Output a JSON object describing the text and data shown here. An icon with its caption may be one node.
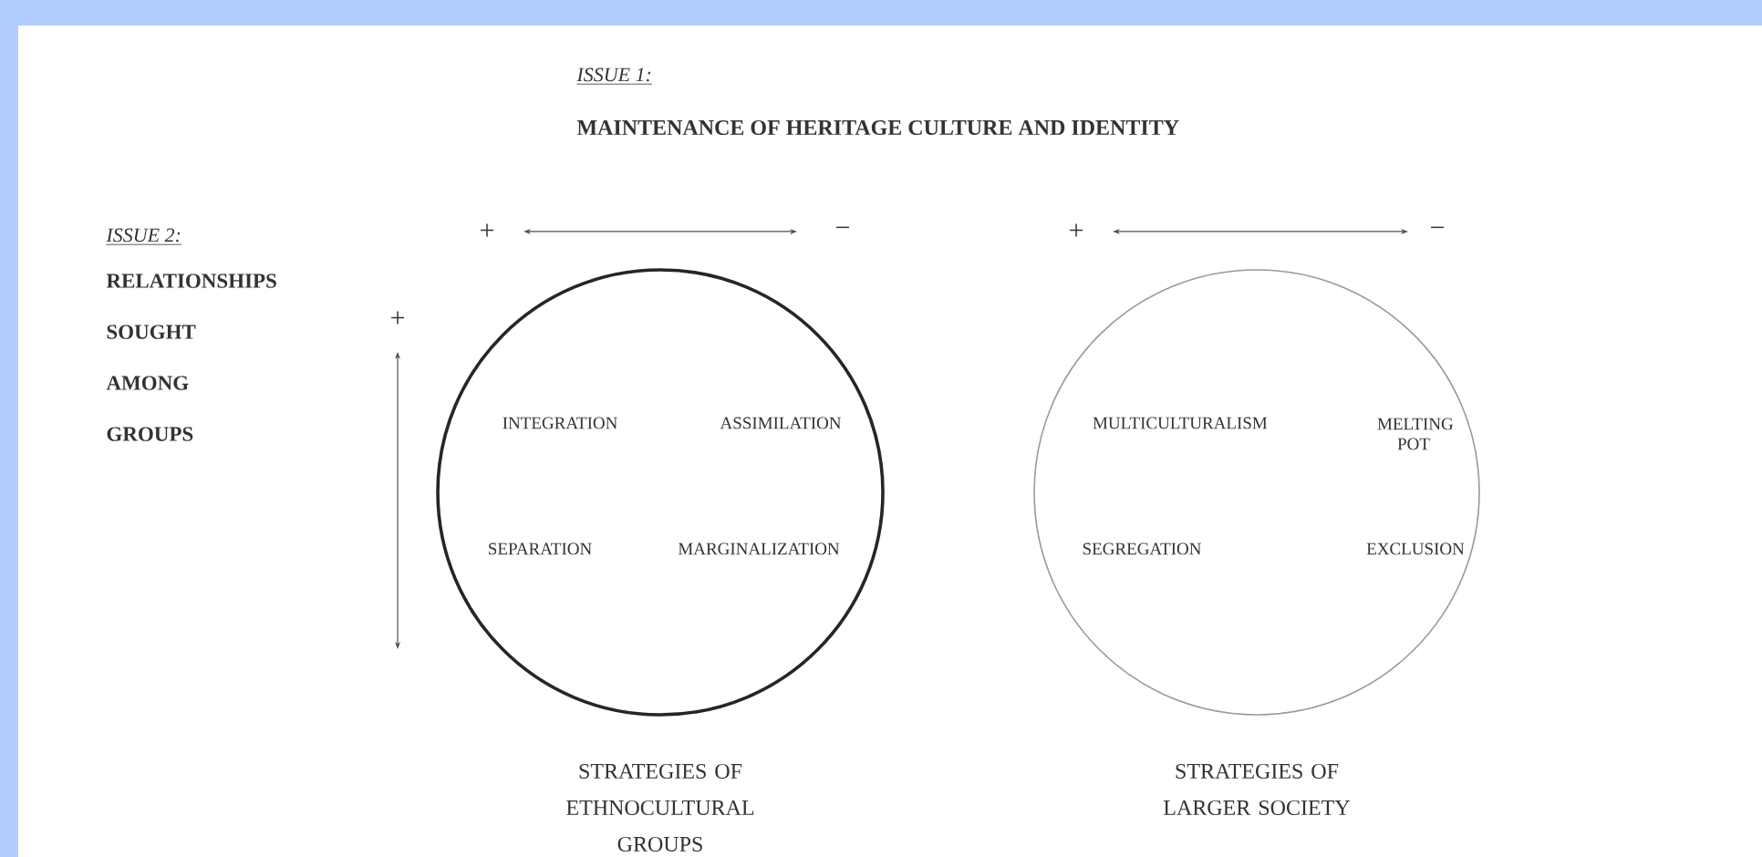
{
  "diagram": {
    "nodes": [
      {
        "text": [
          "INTEGRATION",
          "ASSIMILATION",
          "SEPARATION",
          "MARGINALIZATION"
        ],
        "beside": [
          "STRATEGIES OF ETHNOCULTURAL GROUPS"
        ]
      },
      {
        "text": [
          "MULTICULTURALISM",
          "MELTING POT",
          "SEGREGATION",
          "EXCLUSION"
        ],
        "beside": [
          "STRATEGIES OF LARGER SOCIETY"
        ]
      }
    ],
    "labels": [
      "ISSUE 1:",
      "MAINTENANCE OF HERITAGE CULTURE AND IDENTITY",
      "ISSUE 2:",
      "RELATIONSHIPS SOUGHT AMONG GROUPS",
      "+",
      "−",
      "+",
      "−",
      "+"
    ]
  }
}
